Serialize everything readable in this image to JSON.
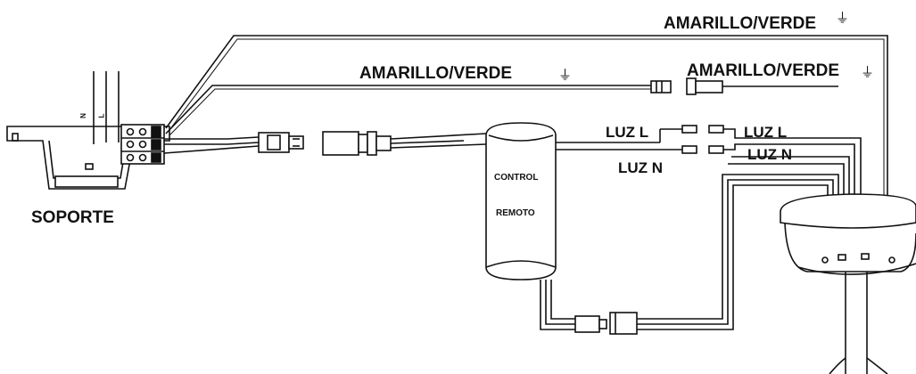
{
  "labels": {
    "ground_top": "AMARILLO/VERDE",
    "ground_mid_left": "AMARILLO/VERDE",
    "ground_mid_right": "AMARILLO/VERDE",
    "bracket": "SOPORTE",
    "light_l_left": "LUZ L",
    "light_l_right": "LUZ L",
    "light_n_left": "LUZ N",
    "light_n_right": "LUZ N",
    "control_line1": "CONTROL",
    "control_line2": "REMOTO",
    "bracket_wire_l": "L",
    "bracket_wire_n": "N"
  },
  "icons": {
    "ground_symbol": "⏚"
  }
}
